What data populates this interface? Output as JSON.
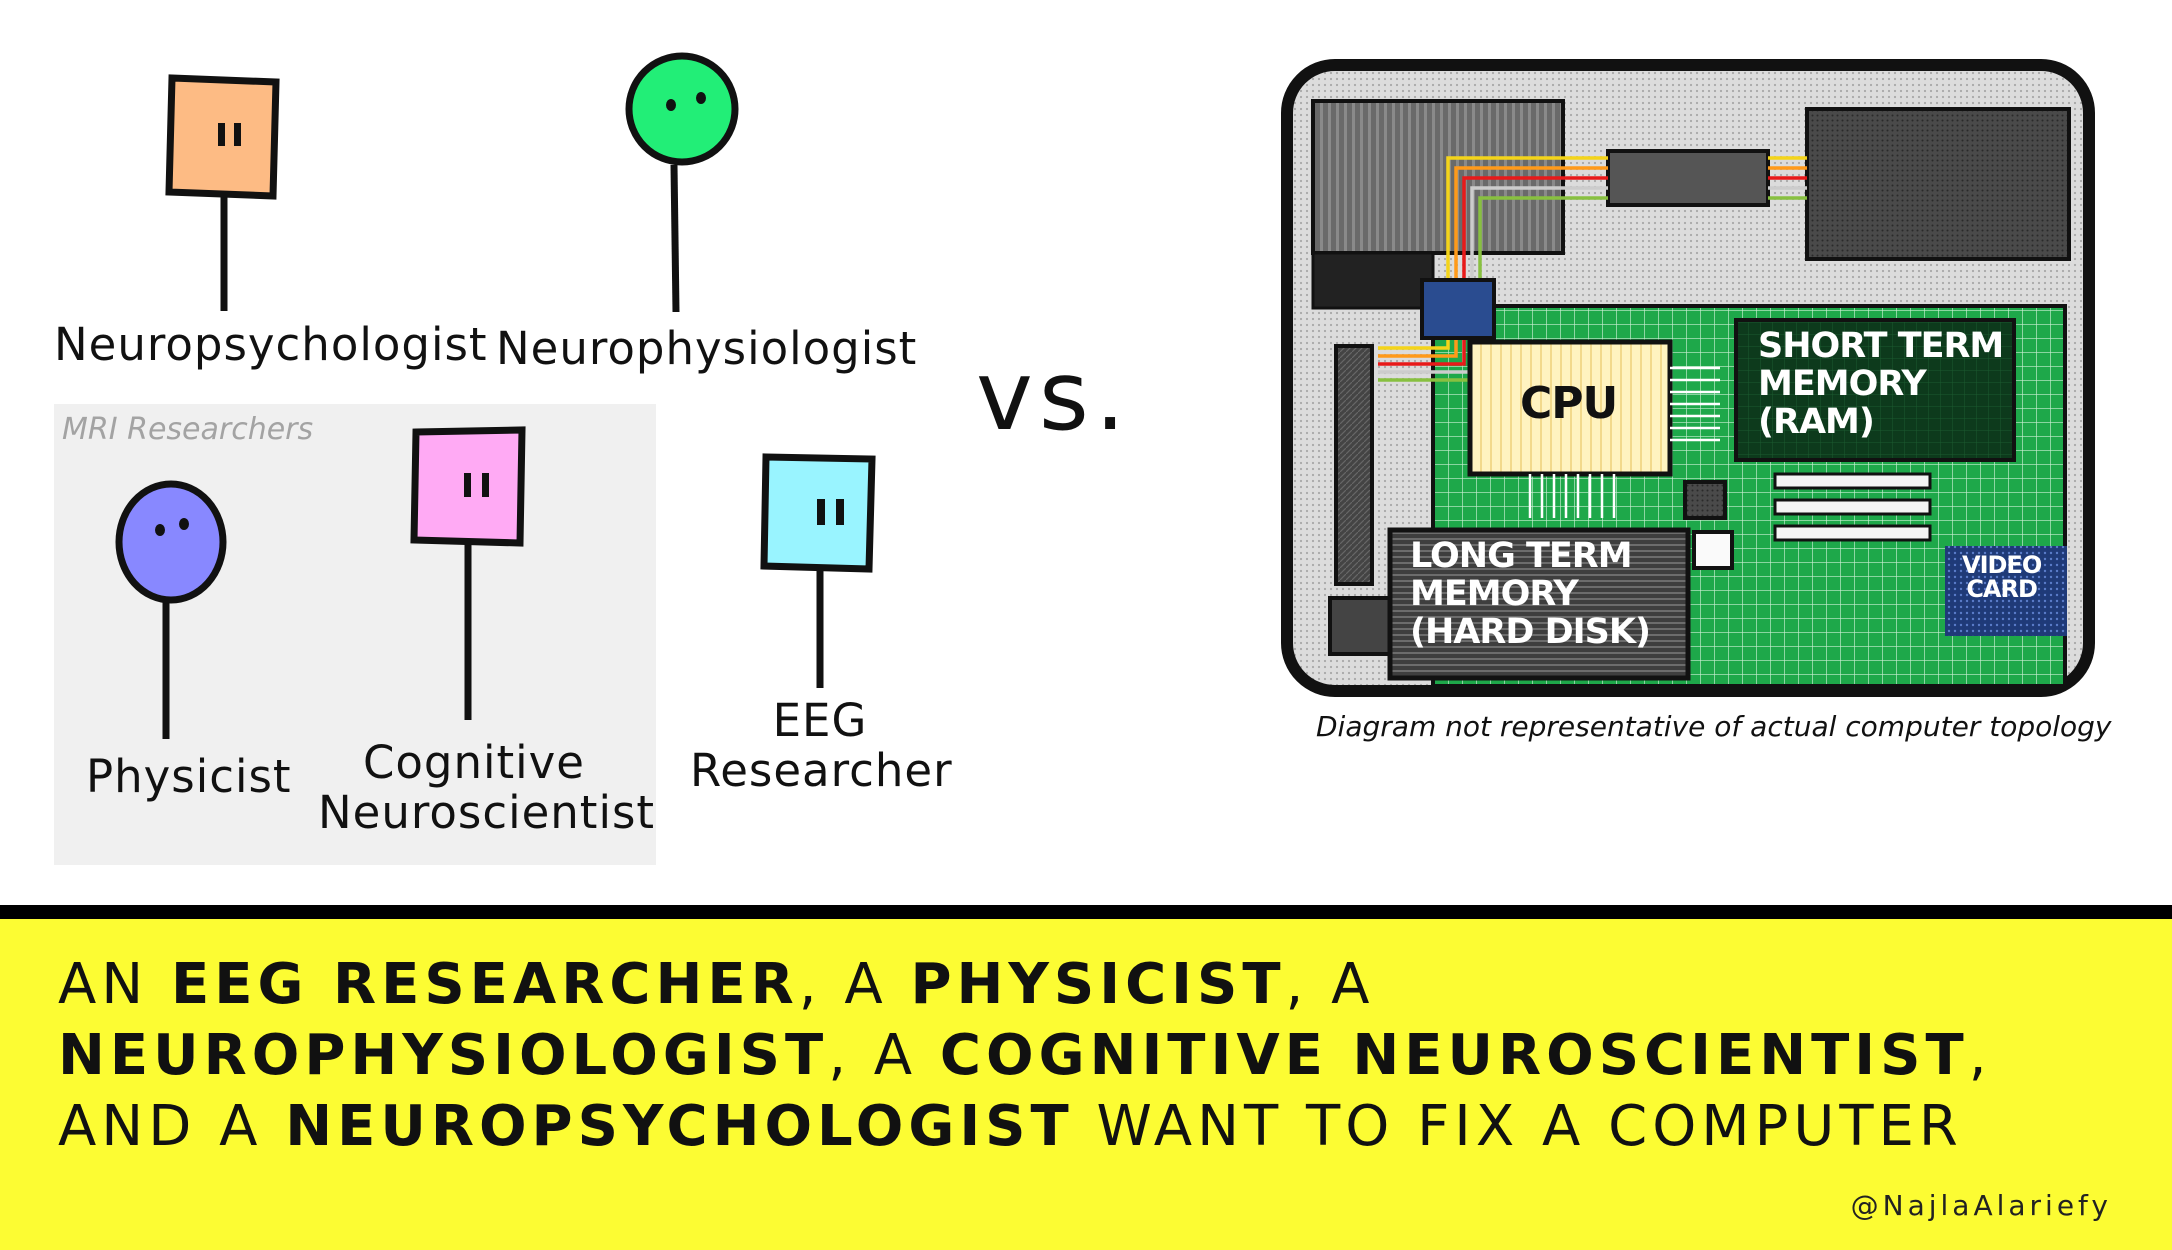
{
  "people": {
    "neuropsychologist": "Neuropsychologist",
    "neurophysiologist": "Neurophysiologist",
    "physicist": "Physicist",
    "cognitive_line1": "Cognitive",
    "cognitive_line2": "Neuroscientist",
    "eeg_line1": "EEG",
    "eeg_line2": "Researcher"
  },
  "group_label": "MRI Researchers",
  "versus": "vs.",
  "computer": {
    "cpu": "CPU",
    "stm": [
      "SHORT TERM",
      "MEMORY",
      "(RAM)"
    ],
    "ltm": [
      "LONG TERM",
      "MEMORY",
      "(HARD DISK)"
    ],
    "video": [
      "VIDEO",
      "CARD"
    ],
    "note": "Diagram not representative of actual computer topology"
  },
  "headline": {
    "p1": "AN ",
    "b1": "EEG RESEARCHER",
    "p2": ", A ",
    "b2": "PHYSICIST",
    "p3": ", A ",
    "b3": "NEUROPHYSIOLOGIST",
    "p4": ", A ",
    "b4": "COGNITIVE NEUROSCIENTIST",
    "p5": ", AND A ",
    "b5": "NEUROPSYCHOLOGIST",
    "p6": " WANT TO FIX A COMPUTER"
  },
  "credit": "@NajlaAlariefy",
  "colors": {
    "neuropsychologist": "#fdbb84",
    "neurophysiologist": "#22ee77",
    "physicist": "#8888ff",
    "cognitive": "#ffaaf4",
    "eeg": "#99f4ff",
    "board": "#1ea84a",
    "cpu": "#fff3c0",
    "ram": "#0d3a1c",
    "banner": "#fcfc33"
  }
}
